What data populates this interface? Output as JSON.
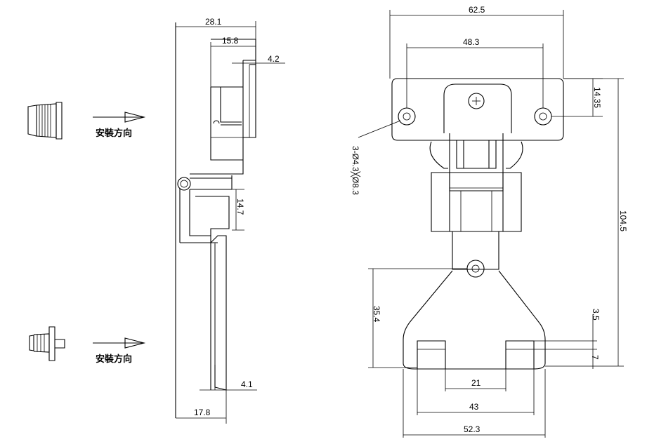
{
  "dimensions": {
    "side_overall_width": "28.1",
    "side_cup_depth": "15.8",
    "side_flange_offset": "4.2",
    "side_arm_height": "14.7",
    "side_plate_thickness": "4.1",
    "side_base_width": "17.8",
    "front_overall_width": "62.5",
    "front_hole_spacing": "48.3",
    "front_hole_offset": "14.35",
    "front_holes_spec": "3-Ø4.3╳Ø8.3",
    "front_overall_height": "104.5",
    "front_pivot_height": "35.4",
    "front_slot_top": "3.5",
    "front_slot_depth": "7",
    "front_slot_gap": "21",
    "front_slot_outer": "43",
    "front_base_width": "52.3"
  },
  "labels": {
    "install_direction_top": "安裝方向",
    "install_direction_bottom": "安裝方向"
  }
}
